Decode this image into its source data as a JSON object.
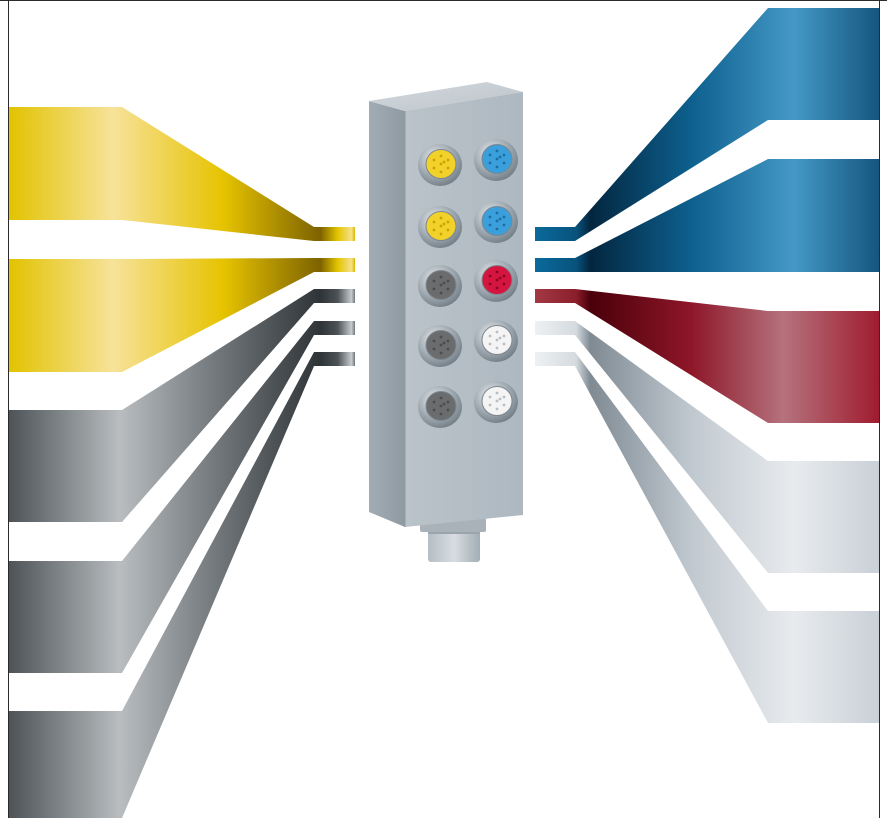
{
  "illustration": {
    "subject": "distribution-box",
    "colors": {
      "yellow": "#e3c400",
      "yellow_light": "#f6df8f",
      "gray_dark": "#4f5559",
      "gray_light": "#b4b8bb",
      "blue_dark": "#063c5e",
      "blue_light": "#3f96c4",
      "red_dark": "#6e0010",
      "red_light": "#b0707c",
      "silver_dark": "#9da6ae",
      "silver_light": "#e3e7eb",
      "housing": "#b9c2c9"
    },
    "left_cables": [
      "yellow",
      "yellow",
      "gray",
      "gray",
      "gray"
    ],
    "right_cables": [
      "blue",
      "blue",
      "red",
      "silver",
      "silver"
    ],
    "sockets": [
      {
        "row": 1,
        "left": "yellow",
        "right": "blue"
      },
      {
        "row": 2,
        "left": "yellow",
        "right": "blue"
      },
      {
        "row": 3,
        "left": "gray",
        "right": "red"
      },
      {
        "row": 4,
        "left": "gray",
        "right": "white"
      },
      {
        "row": 5,
        "left": "gray",
        "right": "white"
      }
    ]
  }
}
